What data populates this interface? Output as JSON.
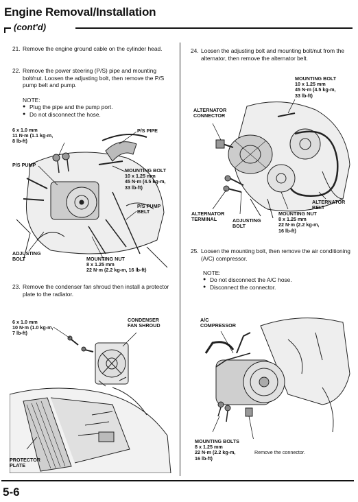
{
  "header": {
    "title": "Engine Removal/Installation",
    "subtitle": "(cont'd)"
  },
  "steps": {
    "s21": {
      "num": "21.",
      "text": "Remove the engine ground cable on the cylinder head."
    },
    "s22": {
      "num": "22.",
      "text": "Remove the power steering (P/S) pipe and mounting bolt/nut. Loosen the adjusting bolt, then remove the P/S pump belt and pump."
    },
    "s22_note": {
      "heading": "NOTE:",
      "items": [
        "Plug the pipe and the pump port.",
        "Do not disconnect the hose."
      ]
    },
    "s23": {
      "num": "23.",
      "text": "Remove the condenser fan shroud then install a protector plate to the radiator."
    },
    "s24": {
      "num": "24.",
      "text": "Loosen the adjusting bolt and mounting bolt/nut from the alternator, then remove the alternator belt."
    },
    "s25": {
      "num": "25.",
      "text": "Loosen the mounting bolt, then remove the air conditioning (A/C) compressor."
    },
    "s25_note": {
      "heading": "NOTE:",
      "items": [
        "Do not disconnect the A/C hose.",
        "Disconnect the connector."
      ]
    }
  },
  "fig1": {
    "bolt_spec": "6 x 1.0 mm\n11 N·m (1.1 kg-m,\n8 lb-ft)",
    "ps_pipe": "P/S PIPE",
    "ps_pump": "P/S PUMP",
    "mounting_bolt": "MOUNTING BOLT\n10 x 1.25 mm\n45 N·m (4.5 kg-m,\n33 lb-ft)",
    "ps_pump_belt": "P/S PUMP\nBELT",
    "adjusting_bolt": "ADJUSTING\nBOLT",
    "mounting_nut": "MOUNTING NUT\n8 x 1.25 mm\n22 N·m (2.2 kg-m, 16 lb-ft)"
  },
  "fig2": {
    "bolt_spec": "6 x 1.0 mm\n10 N·m (1.0 kg-m,\n7 lb-ft)",
    "shroud": "CONDENSER\nFAN SHROUD",
    "protector": "PROTECTOR\nPLATE"
  },
  "fig3": {
    "mounting_bolt": "MOUNTING BOLT\n10 x 1.25 mm\n45 N·m (4.5 kg-m,\n33 lb-ft)",
    "alt_connector": "ALTERNATOR\nCONNECTOR",
    "alt_belt": "ALTERNATOR\nBELT",
    "alt_terminal": "ALTERNATOR\nTERMINAL",
    "adjusting_bolt": "ADJUSTING\nBOLT",
    "mounting_nut": "MOUNTING NUT\n8 x 1.25 mm\n22 N·m (2.2 kg-m,\n16 lb-ft)"
  },
  "fig4": {
    "ac_compressor": "A/C\nCOMPRESSOR",
    "mounting_bolts": "MOUNTING BOLTS\n8 x 1.25 mm\n22 N·m (2.2 kg-m,\n16 lb-ft)",
    "remove_connector": "Remove the connector."
  },
  "footer": {
    "page": "5-6"
  }
}
